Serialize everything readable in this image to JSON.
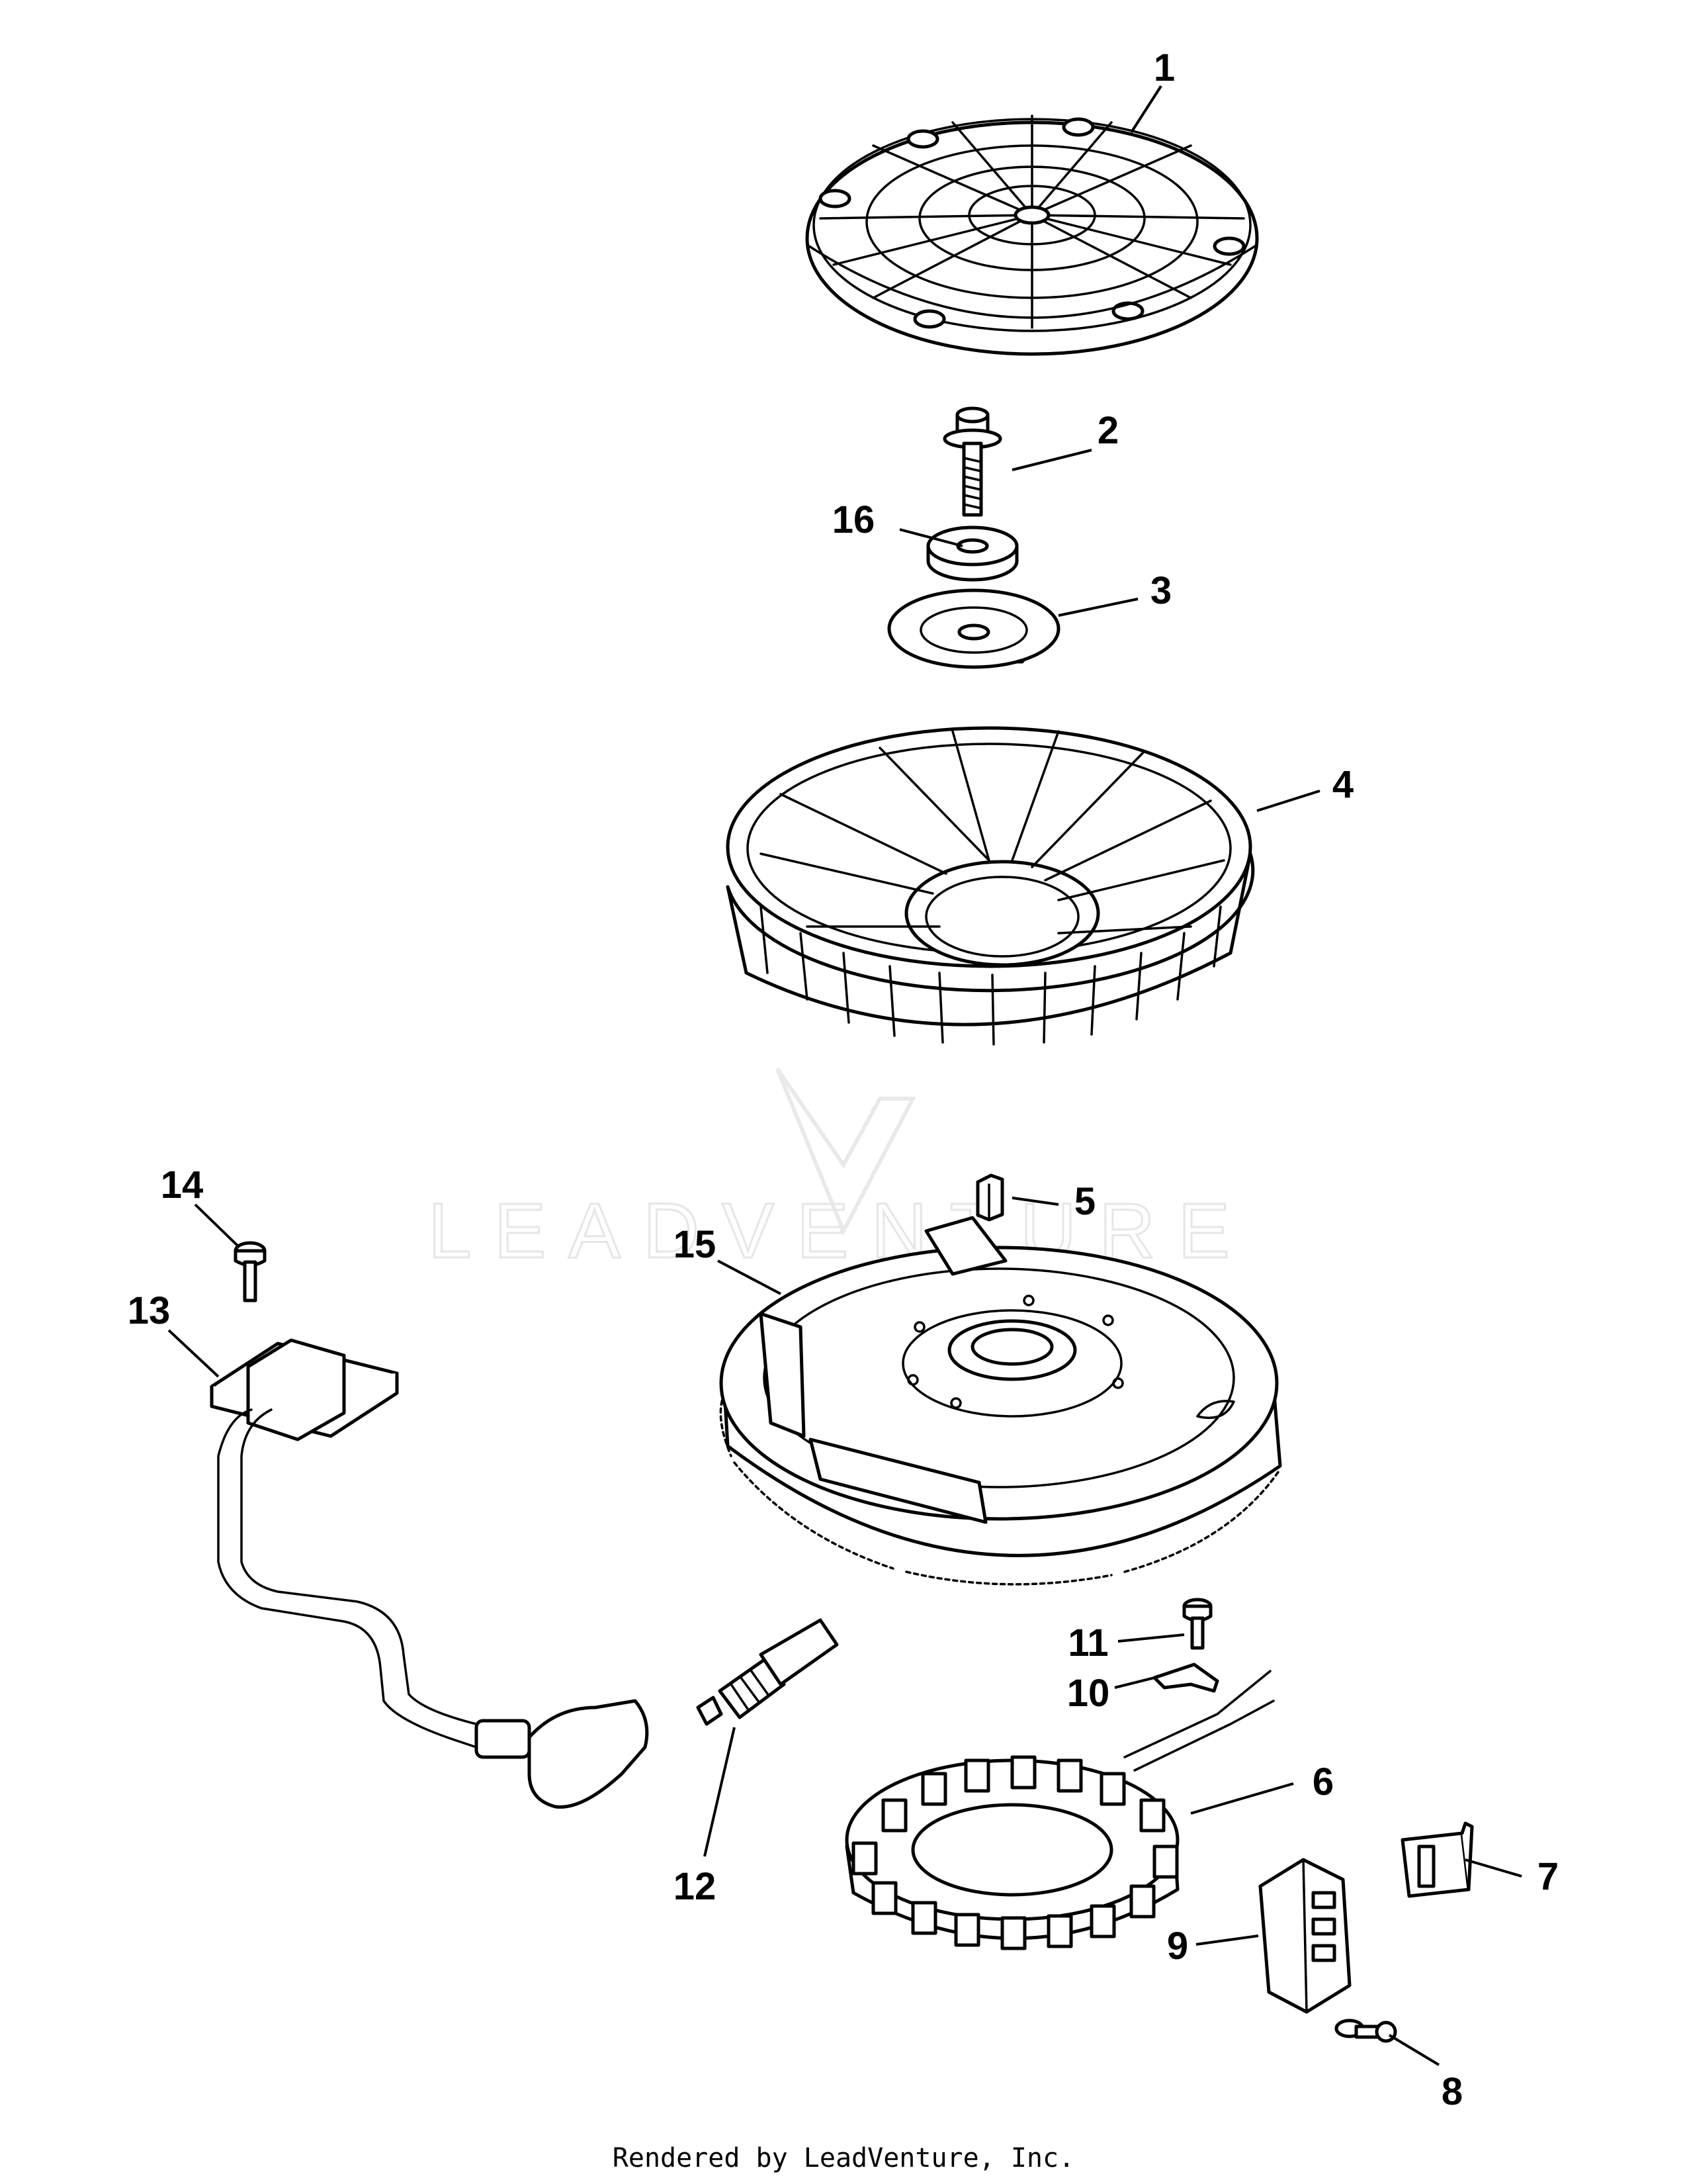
{
  "diagram": {
    "callouts": [
      "1",
      "2",
      "3",
      "4",
      "5",
      "6",
      "7",
      "8",
      "9",
      "10",
      "11",
      "12",
      "13",
      "14",
      "15",
      "16"
    ],
    "watermark": "LEADVENTURE",
    "footer": "Rendered by LeadVenture, Inc."
  }
}
